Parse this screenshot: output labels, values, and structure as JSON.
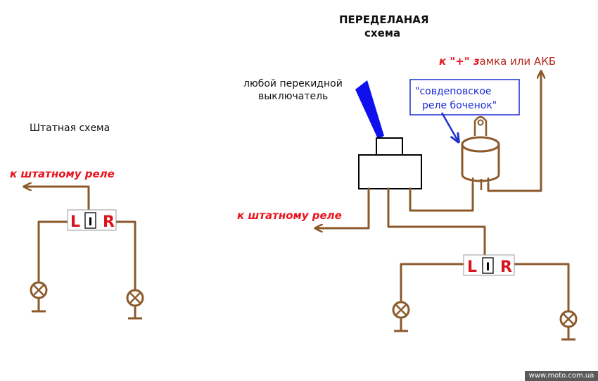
{
  "left": {
    "title": "Штатная схема",
    "to_relay": "к штатному реле",
    "switch": {
      "l": "L",
      "c": "I",
      "r": "R"
    }
  },
  "right": {
    "title_line1": "ПЕРЕДЕЛАНАЯ",
    "title_line2": "схема",
    "toggle_line1": "любой перекидной",
    "toggle_line2": "выключатель",
    "barrel_line1": "\"совдеповское",
    "barrel_line2": "реле боченок\"",
    "to_power_prefix": "к \"+\" з",
    "to_power_suffix": "амка или АКБ",
    "to_relay": "к штатному реле",
    "switch": {
      "l": "L",
      "c": "I",
      "r": "R"
    }
  },
  "watermark": "www.moto.com.ua",
  "colors": {
    "wire": "#8b5a2b",
    "red_text": "#e8141e",
    "blue_text": "#1a2bd6",
    "toggle": "#1010ee"
  }
}
